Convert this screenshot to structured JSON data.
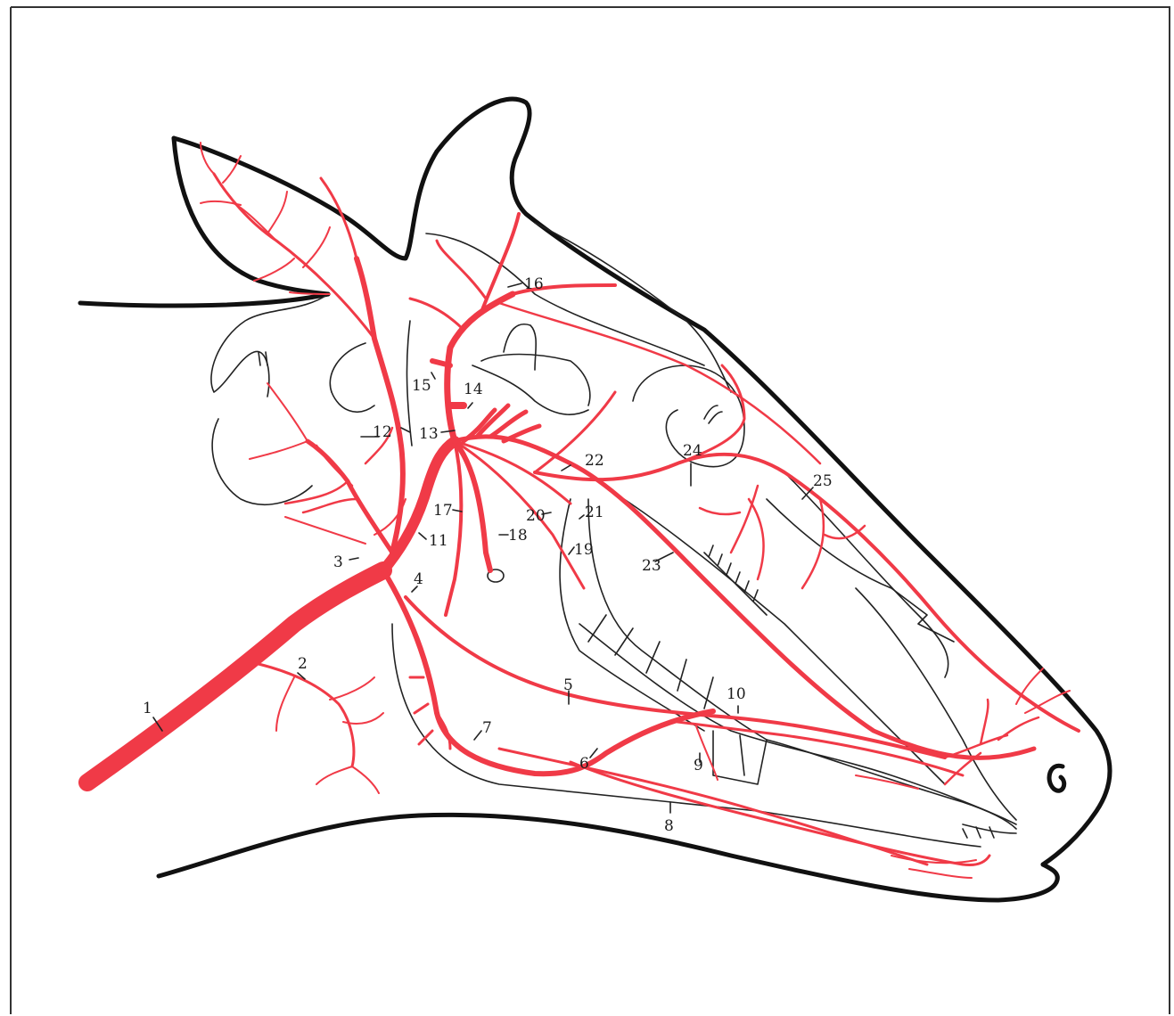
{
  "figure": {
    "artery_color": "#f03a47",
    "outline_color": "#111111",
    "labels": [
      "1",
      "2",
      "3",
      "4",
      "5",
      "6",
      "7",
      "8",
      "9",
      "10",
      "11",
      "12",
      "13",
      "14",
      "15",
      "16",
      "17",
      "18",
      "19",
      "20",
      "21",
      "22",
      "23",
      "24",
      "25"
    ]
  }
}
